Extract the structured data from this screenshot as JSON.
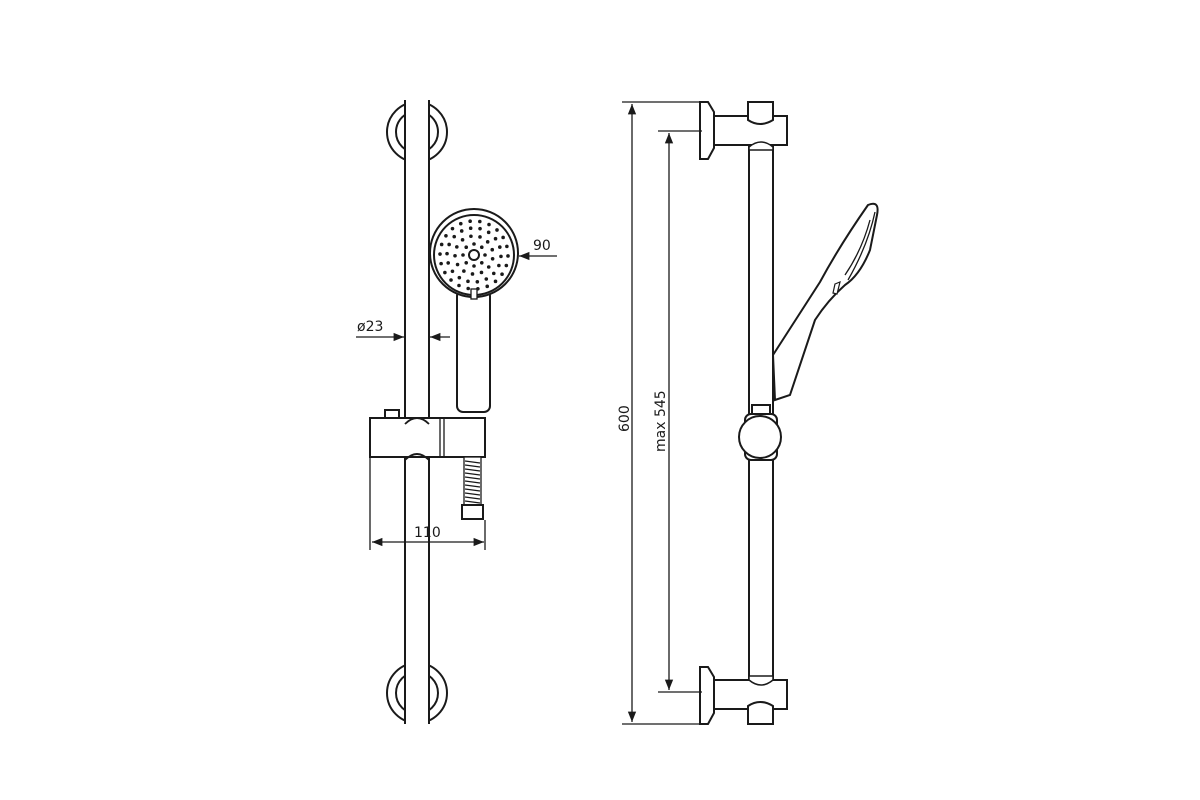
{
  "drawing": {
    "front_view": {
      "dim_rail_diameter": "ø23",
      "dim_head_diameter": "90",
      "dim_slider_depth": "110"
    },
    "side_view": {
      "dim_total_length": "600",
      "dim_max_adjust": "max 545"
    },
    "line_color": "#1a1a1a"
  }
}
